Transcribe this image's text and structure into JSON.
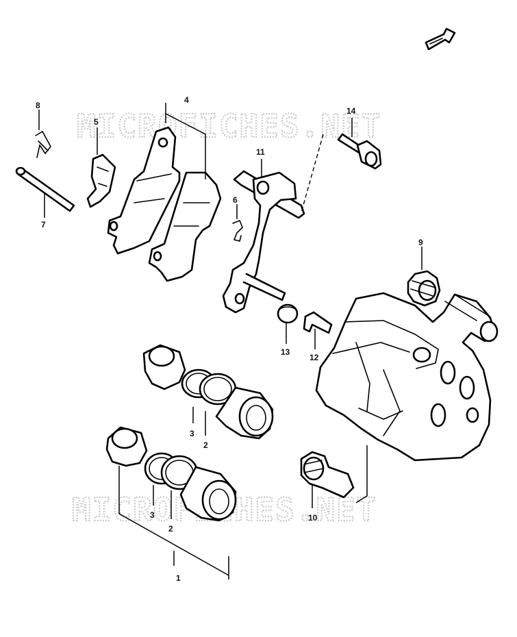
{
  "watermark": {
    "text": "MICROFICHES.NET"
  },
  "callouts": [
    {
      "id": "1",
      "text": "1"
    },
    {
      "id": "2a",
      "text": "2"
    },
    {
      "id": "2b",
      "text": "2"
    },
    {
      "id": "3a",
      "text": "3"
    },
    {
      "id": "3b",
      "text": "3"
    },
    {
      "id": "4",
      "text": "4"
    },
    {
      "id": "5",
      "text": "5"
    },
    {
      "id": "6",
      "text": "6"
    },
    {
      "id": "7",
      "text": "7"
    },
    {
      "id": "8",
      "text": "8"
    },
    {
      "id": "9",
      "text": "9"
    },
    {
      "id": "10",
      "text": "10"
    },
    {
      "id": "11",
      "text": "11"
    },
    {
      "id": "12",
      "text": "12"
    },
    {
      "id": "13",
      "text": "13"
    },
    {
      "id": "14",
      "text": "14"
    }
  ],
  "icons": {
    "front_arrow": "direction-arrow-icon"
  }
}
